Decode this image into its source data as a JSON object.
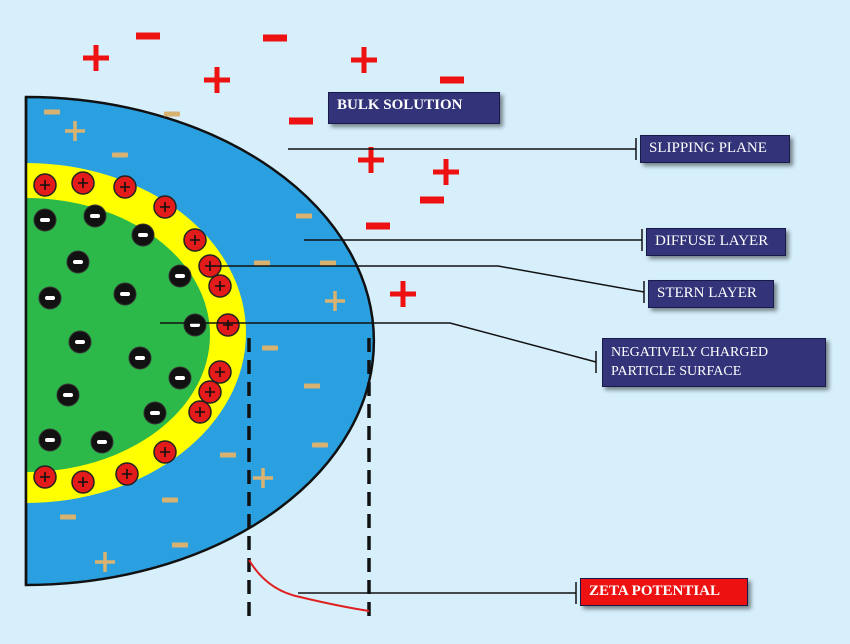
{
  "colors": {
    "background": "#d6effb",
    "diffuse_layer": "#2aa0e0",
    "stern_layer": "#ffff00",
    "particle": "#2db84a",
    "positive_ion": "#e41b1b",
    "negative_ion": "#111111",
    "free_ion": "#ee1111",
    "diffuse_ion": "#d8b270",
    "label_bg": "#33337a",
    "zeta_label_bg": "#ee1111"
  },
  "labels": {
    "bulk_solution": "BULK SOLUTION",
    "slipping_plane": "SLIPPING PLANE",
    "diffuse_layer": "DIFFUSE LAYER",
    "stern_layer": "STERN LAYER",
    "particle_surface": "NEGATIVELY CHARGED PARTICLE SURFACE",
    "zeta_potential": "ZETA POTENTIAL"
  },
  "symbols": {
    "plus": "+",
    "minus": "−"
  }
}
